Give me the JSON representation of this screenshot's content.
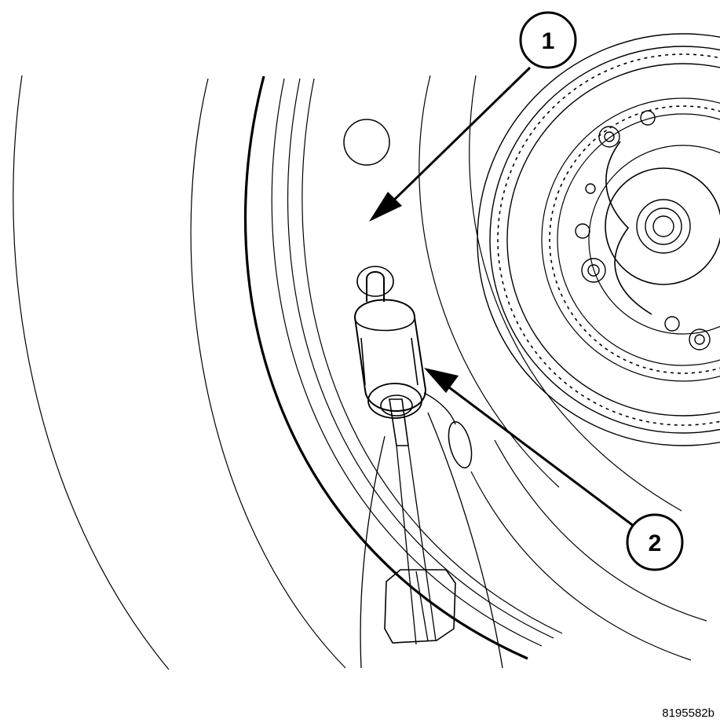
{
  "callouts": [
    {
      "label": "1"
    },
    {
      "label": "2"
    }
  ],
  "figure_id": "8195582b",
  "colors": {
    "line": "#000000",
    "background": "#ffffff"
  }
}
